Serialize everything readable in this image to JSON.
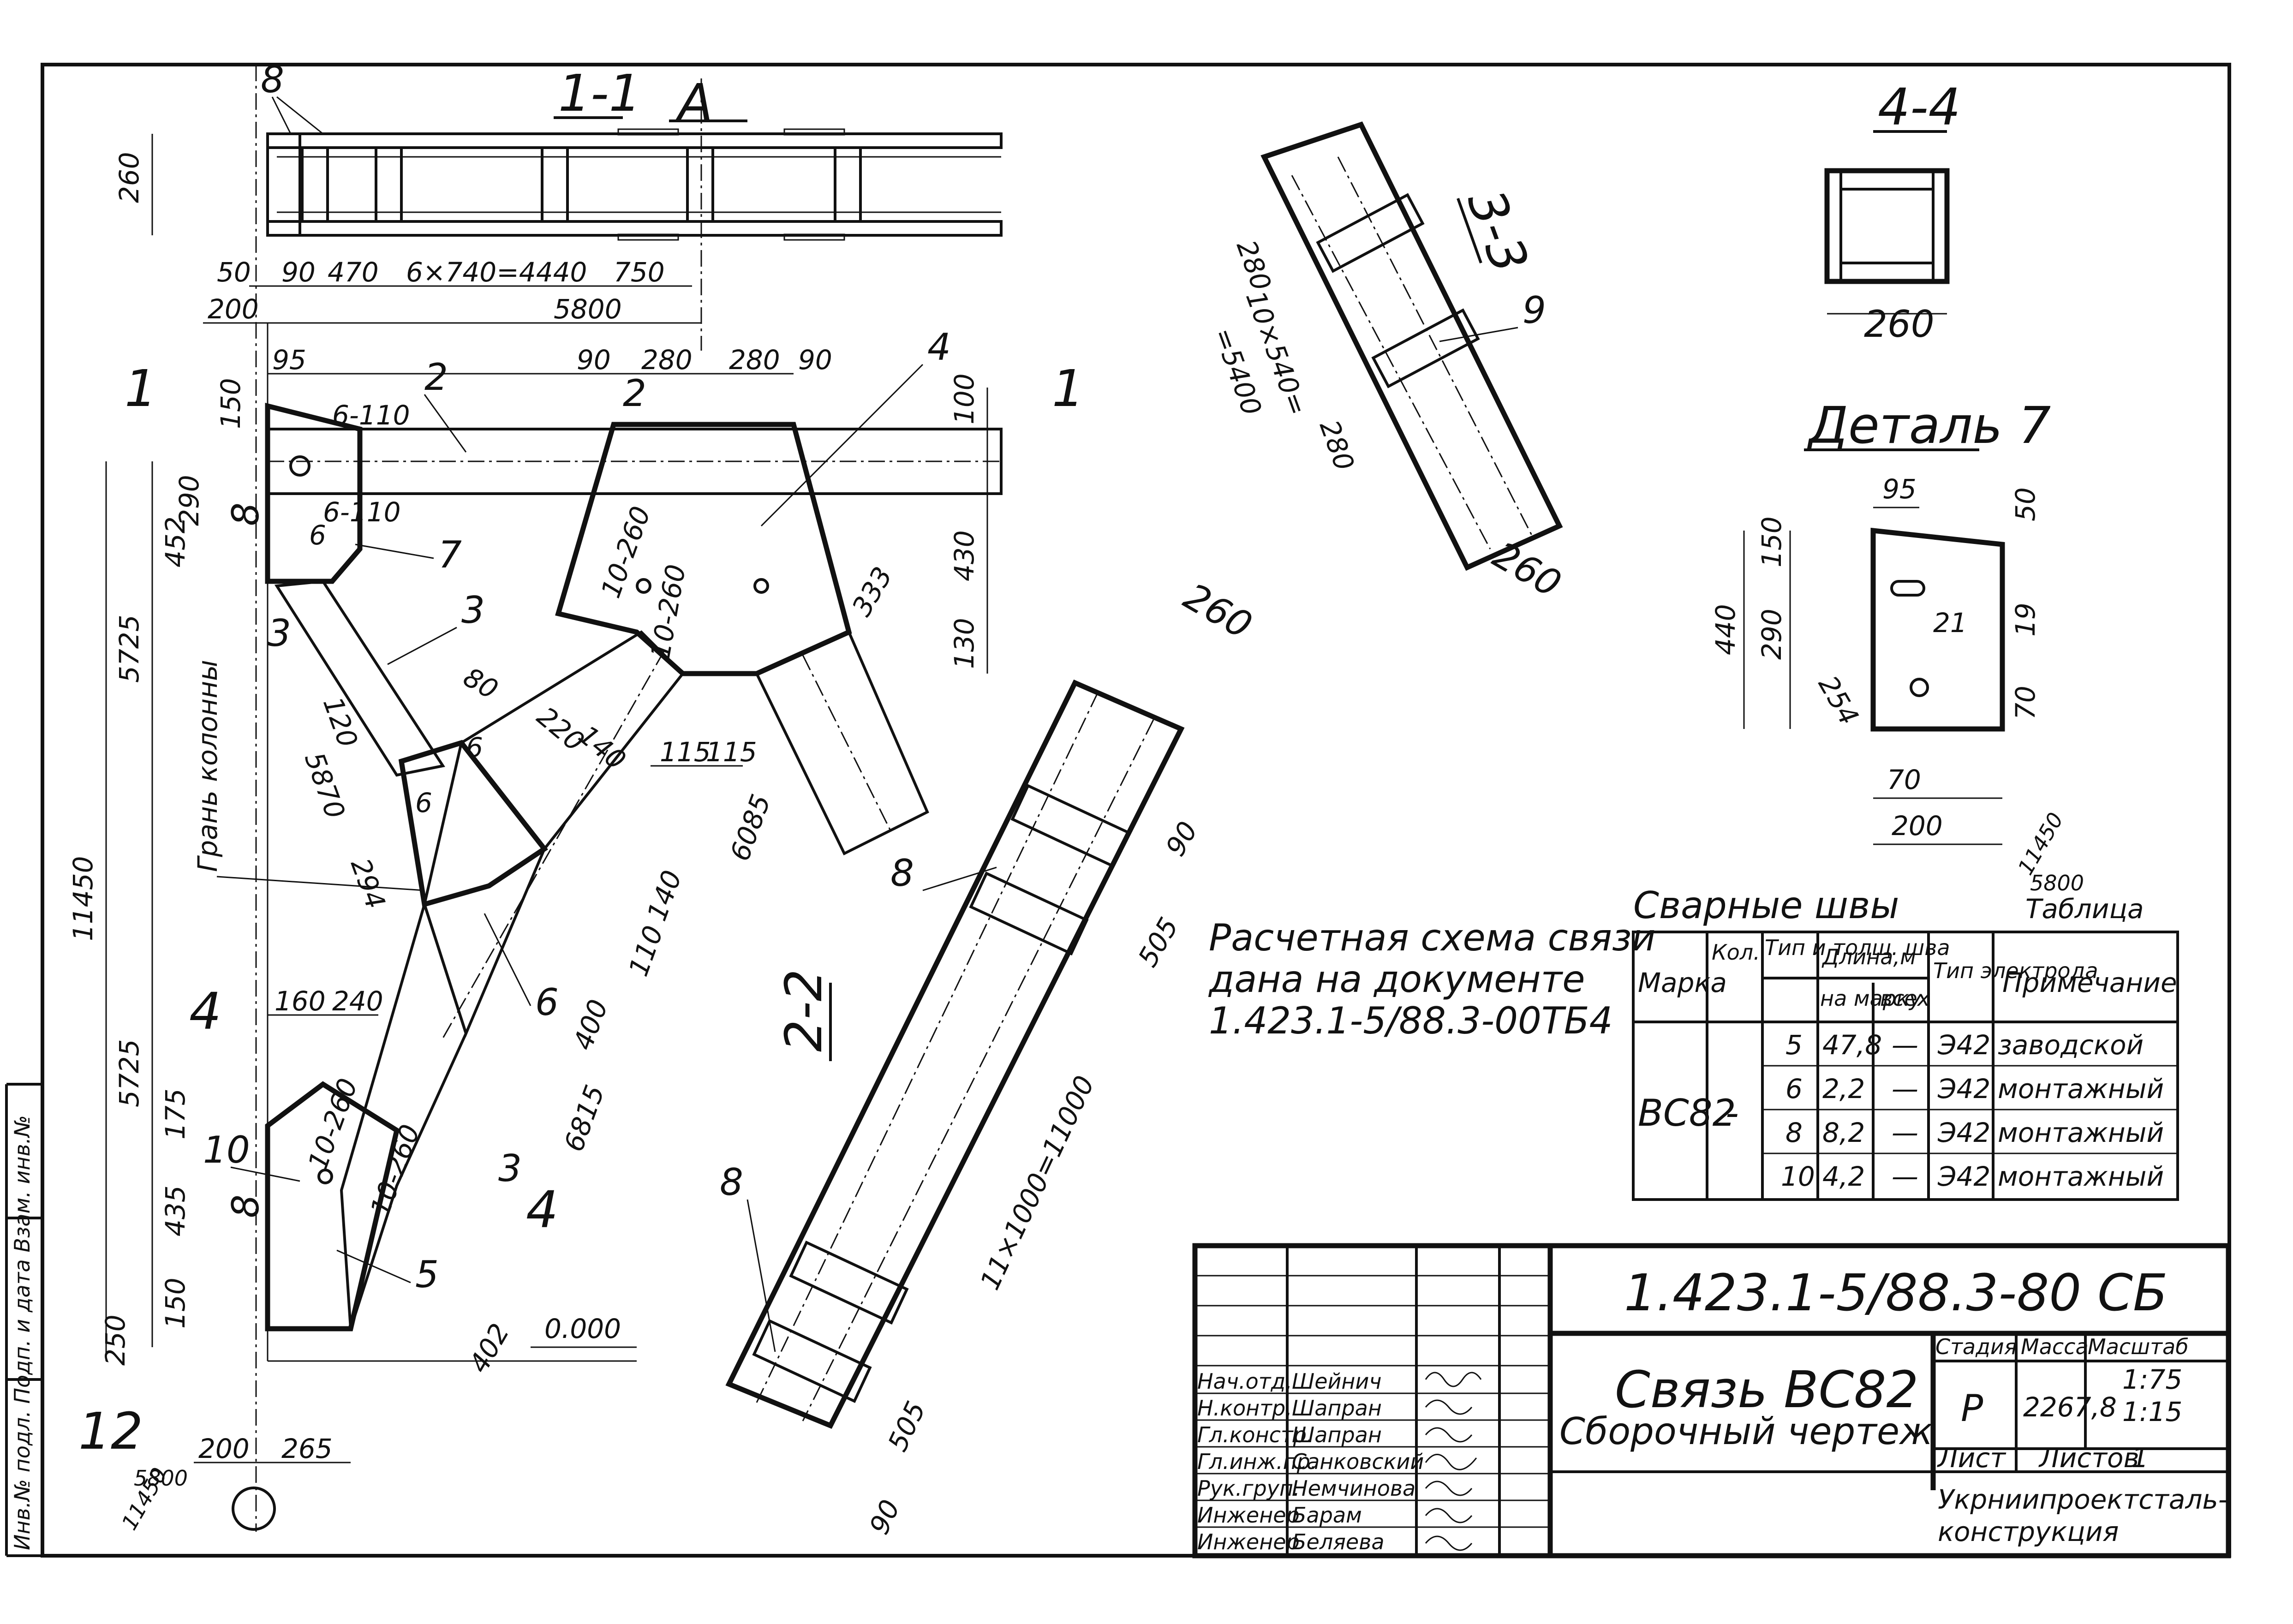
{
  "sections": {
    "s11": "1-1",
    "s22": "2-2",
    "s33": "3-3",
    "s44": "4-4",
    "detail7": "Деталь 7",
    "viewA": "A"
  },
  "dims": {
    "d260a": "260",
    "d50": "50",
    "d90a": "90",
    "d470": "470",
    "d6x740": "6×740=4440",
    "d750": "750",
    "d200a": "200",
    "d5800": "5800",
    "d95": "95",
    "d90b": "90",
    "d280a": "280",
    "d280b": "280",
    "d90c": "90",
    "d150a": "150",
    "d290a": "290",
    "d452": "452",
    "d100": "100",
    "d430": "430",
    "d130": "130",
    "d333": "333",
    "d5725a": "5725",
    "d5725b": "5725",
    "d11450": "11450",
    "d120": "120",
    "d80": "80",
    "d5870": "5870",
    "d294": "294",
    "d220": "220",
    "d140a": "140",
    "d115a": "115",
    "d115b": "115",
    "d6085": "6085",
    "d140b": "140",
    "d110": "110",
    "d400": "400",
    "d6815": "6815",
    "d160": "160",
    "d240": "240",
    "d175": "175",
    "d435": "435",
    "d150b": "150",
    "d250": "250",
    "d402": "402",
    "d200b": "200",
    "d265": "265",
    "d0000": "0.000",
    "d280c": "280",
    "d10x540": "10×540=",
    "d5400": "=5400",
    "d280d": "280",
    "d260b": "260",
    "d260c": "260",
    "d260d": "260",
    "d90d": "90",
    "d505a": "505",
    "d11x1000": "11×1000=11000",
    "d505b": "505",
    "d90e": "90",
    "det95": "95",
    "det50": "50",
    "det150": "150",
    "det440": "440",
    "det290": "290",
    "det254": "254",
    "det21": "21",
    "det19": "19",
    "det70a": "70",
    "det70b": "70",
    "det200": "200",
    "det11450": "11450",
    "det5800": "5800",
    "corner5800": "5800",
    "corner11450": "11450"
  },
  "welds": {
    "w6_110a": "6-110",
    "w6_110b": "6-110",
    "w10_260a": "10-260",
    "w10_260b": "10-260",
    "w10_260c": "10-260",
    "w10_260d": "10-260",
    "w6a": "6",
    "w6b": "6",
    "w6c": "6",
    "w9": "9",
    "w8a": "8",
    "w8b": "8",
    "w8c": "8"
  },
  "marks": {
    "m1": "1",
    "m1b": "1",
    "m2": "2",
    "m2b": "2",
    "m3": "3",
    "m3b": "3",
    "m3c": "3",
    "m4": "4",
    "m4b": "4",
    "m4c": "4",
    "m5": "5",
    "m6": "6",
    "m7": "7",
    "m8a": "8",
    "m8b": "8",
    "m8c": "8",
    "m9": "9",
    "m10": "10",
    "m12": "12"
  },
  "column_face": "Грань колонны",
  "note": {
    "line1": "Расчетная схема связи",
    "line2": "дана   на  документе",
    "line3": "1.423.1-5/88.3-00ТБ4"
  },
  "weld_table": {
    "caption": "Сварные швы",
    "label": "Таблица",
    "headers": {
      "mark": "Марка",
      "qty": "Кол.",
      "type": "Тип и толщ. шва",
      "length": "Длина,м",
      "per_mark": "на марку",
      "total": "всех",
      "electrode": "Тип электрода",
      "note": "Примечание"
    },
    "mark_value": "ВС82",
    "qty_value": "-",
    "rows": [
      {
        "type": "5",
        "per_mark": "47,8",
        "total": "—",
        "electrode": "Э42",
        "note": "заводской"
      },
      {
        "type": "6",
        "per_mark": "2,2",
        "total": "—",
        "electrode": "Э42",
        "note": "монтажный"
      },
      {
        "type": "8",
        "per_mark": "8,2",
        "total": "—",
        "electrode": "Э42",
        "note": "монтажный"
      },
      {
        "type": "10",
        "per_mark": "4,2",
        "total": "—",
        "electrode": "Э42",
        "note": "монтажный"
      }
    ]
  },
  "title_block": {
    "doc_code": "1.423.1-5/88.3-80 СБ",
    "title": "Связь ВС82",
    "subtitle": "Сборочный чертеж",
    "stage_label": "Стадия",
    "mass_label": "Масса",
    "scale_label": "Масштаб",
    "stage": "Р",
    "mass": "2267,8",
    "scale1": "1:75",
    "scale2": "1:15",
    "sheet_label": "Лист",
    "sheets_label": "Листов",
    "sheets": "1",
    "org_line1": "Укрниипроектсталь-",
    "org_line2": "конструкция",
    "staff": [
      {
        "role": "Нач.отд.",
        "name": "Шейнич"
      },
      {
        "role": "Н.контр.",
        "name": "Шапран"
      },
      {
        "role": "Гл.констр.",
        "name": "Шапран"
      },
      {
        "role": "Гл.инж.пр.",
        "name": "Санковский"
      },
      {
        "role": "Рук.груп.",
        "name": "Немчинова"
      },
      {
        "role": "Инженер",
        "name": "Барам"
      },
      {
        "role": "Инженер",
        "name": "Беляева"
      }
    ]
  },
  "side_stamp": "Инв.№ подл.   Подп. и дата   Взам. инв.№"
}
